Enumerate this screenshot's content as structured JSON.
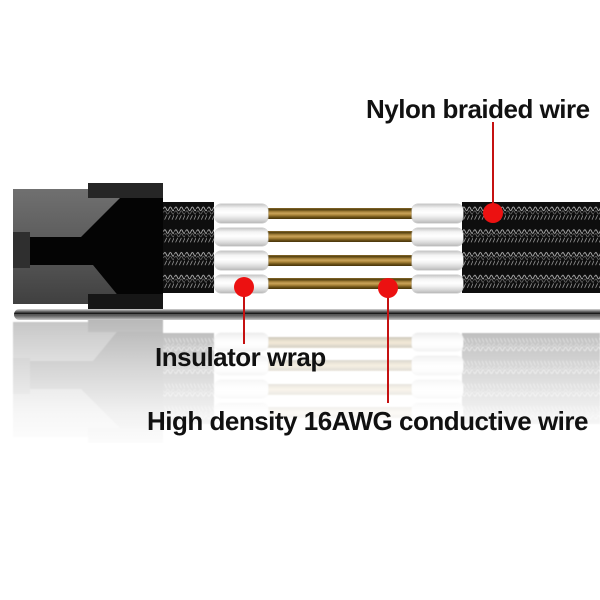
{
  "annotations": {
    "nylon_braided_wire": {
      "label": "Nylon braided wire"
    },
    "insulator_wrap": {
      "label": "Insulator wrap"
    },
    "conductive_wire": {
      "label": "High density 16AWG conductive wire"
    }
  },
  "colors": {
    "callout_red": "#ec1111",
    "callout_line_red": "#c51111",
    "label_text": "#111111",
    "braid_black": "#0e0e0e",
    "wire_brass": "#c8a258",
    "insulator_white": "#ffffff",
    "background": "#ffffff"
  }
}
